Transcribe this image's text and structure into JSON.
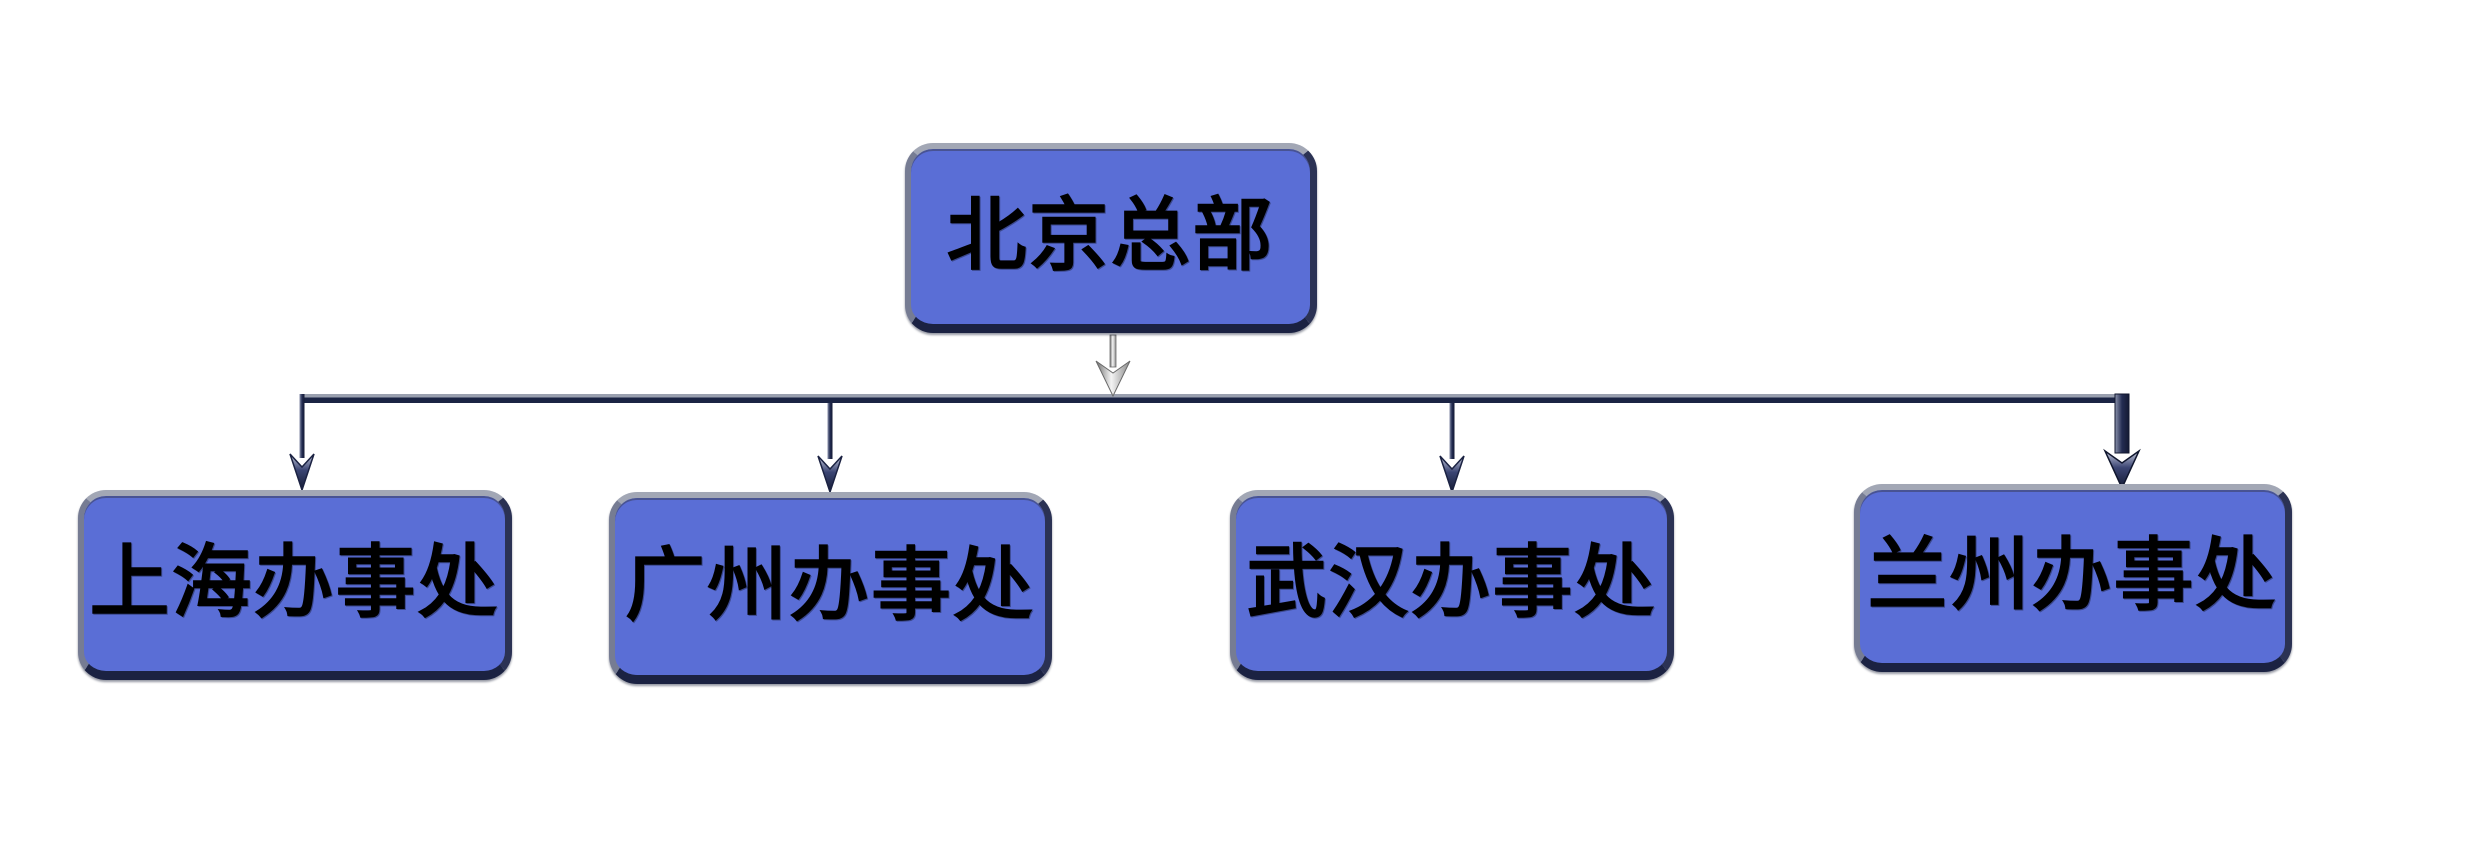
{
  "diagram": {
    "type": "org-chart",
    "root": {
      "id": "hq",
      "label": "北京总部"
    },
    "children": [
      {
        "id": "shanghai",
        "label": "上海办事处"
      },
      {
        "id": "guangzhou",
        "label": "广州办事处"
      },
      {
        "id": "wuhan",
        "label": "武汉办事处"
      },
      {
        "id": "lanzhou",
        "label": "兰州办事处"
      }
    ],
    "edges": [
      {
        "from": "hq",
        "to": "shanghai"
      },
      {
        "from": "hq",
        "to": "guangzhou"
      },
      {
        "from": "hq",
        "to": "wuhan"
      },
      {
        "from": "hq",
        "to": "lanzhou"
      }
    ]
  },
  "colors": {
    "background": "#ffffff",
    "box_fill": "#5a6ed6",
    "box_top_light": "#a2a7b5",
    "box_left": "#767c93",
    "box_right": "#2b3254",
    "box_dark": "#1b2242",
    "text": "#000000",
    "rail_navy": "#1b2444",
    "rail_gray": "#9aa0af",
    "arrow_navy": "#232c52"
  }
}
